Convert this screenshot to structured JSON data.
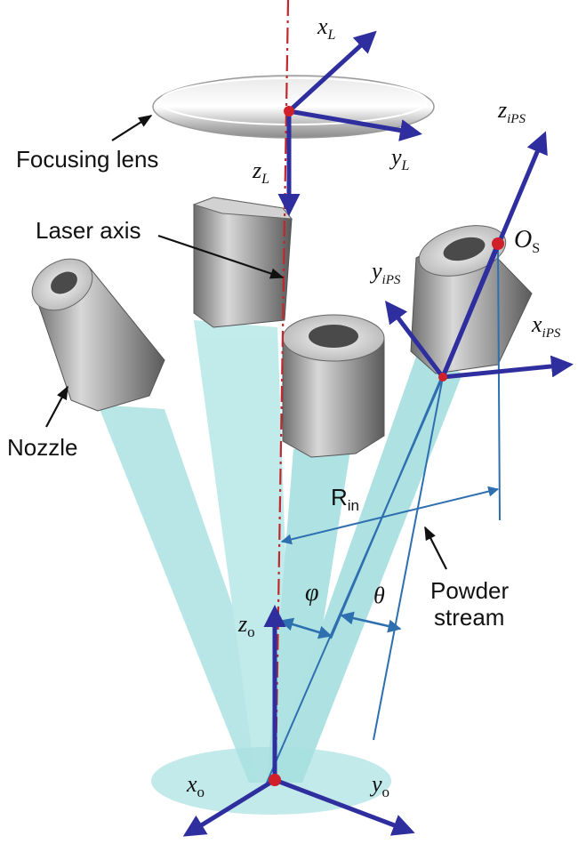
{
  "labels": {
    "focusing_lens": "Focusing lens",
    "laser_axis": "Laser axis",
    "nozzle": "Nozzle",
    "powder_stream_line1": "Powder",
    "powder_stream_line2": "stream",
    "x_L": "x",
    "x_L_sub": "L",
    "y_L": "y",
    "y_L_sub": "L",
    "z_L": "z",
    "z_L_sub": "L",
    "z_iPS": "z",
    "z_iPS_sub": "iPS",
    "y_iPS": "y",
    "y_iPS_sub": "iPS",
    "x_iPS": "x",
    "x_iPS_sub": "iPS",
    "O_S": "O",
    "O_S_sub": "S",
    "R_in": "R",
    "R_in_sub": "in",
    "phi": "φ",
    "theta": "θ",
    "z_o": "z",
    "z_o_sub": "o",
    "x_o": "x",
    "x_o_sub": "o",
    "y_o": "y",
    "y_o_sub": "o"
  },
  "colors": {
    "axis_arrow": "#2e2e9e",
    "laser_axis_line": "#c0282d",
    "origin_dot": "#d0202a",
    "powder_stream": "#5fc8c8",
    "nozzle_body": "#9a9a9a",
    "lens": "#cfcfcf"
  }
}
